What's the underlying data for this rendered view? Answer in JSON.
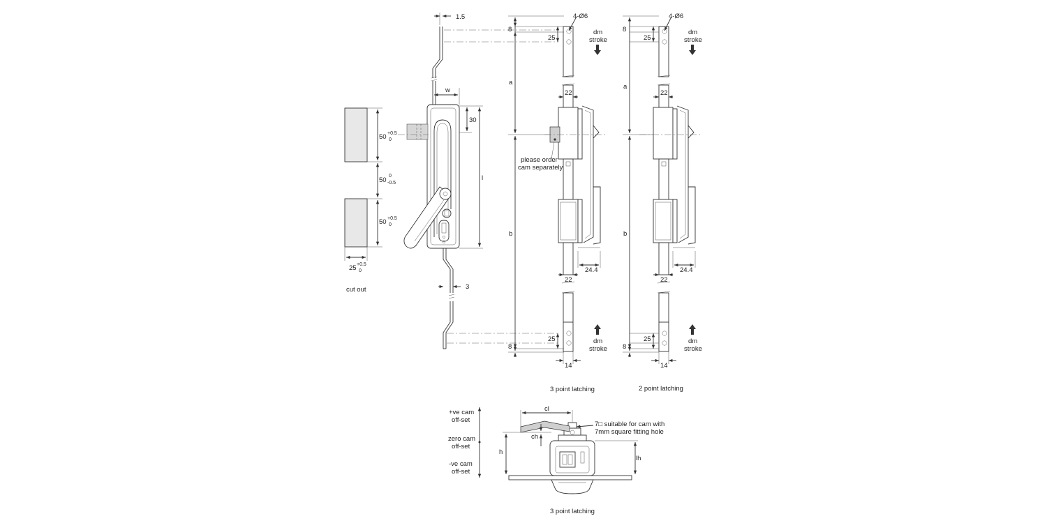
{
  "cutout": {
    "dim_top": "50",
    "dim_top_tol": "+0.5",
    "dim_top_tol2": "0",
    "dim_mid": "50",
    "dim_mid_tol": "0",
    "dim_mid_tol2": "-0.5",
    "dim_bot": "50",
    "dim_bot_tol": "+0.5",
    "dim_bot_tol2": "0",
    "dim_width": "25",
    "dim_width_tol": "+0.5",
    "dim_width_tol2": "0",
    "caption": "cut out"
  },
  "front_view": {
    "dim_offset": "1.5",
    "dim_w": "w",
    "dim_30": "30",
    "dim_l": "l",
    "dim_3": "3"
  },
  "view_3point": {
    "holes": "4-Ø6",
    "dim_8_top": "8",
    "dim_25_top": "25",
    "stroke_top": [
      "dm",
      "stroke"
    ],
    "dim_a": "a",
    "dim_b": "b",
    "dim_22_top": "22",
    "dim_22_bot": "22",
    "dim_244": "24.4",
    "dim_25_bot": "25",
    "dim_8_bot": "8",
    "dim_14": "14",
    "stroke_bot": [
      "dm",
      "stroke"
    ],
    "note": [
      "please order",
      "cam separately"
    ],
    "caption": "3 point latching"
  },
  "view_2point": {
    "holes": "4-Ø6",
    "dim_8_top": "8",
    "dim_25_top": "25",
    "stroke_top": [
      "dm",
      "stroke"
    ],
    "dim_a": "a",
    "dim_b": "b",
    "dim_22_top": "22",
    "dim_22_bot": "22",
    "dim_244": "24.4",
    "dim_25_bot": "25",
    "dim_8_bot": "8",
    "dim_14": "14",
    "stroke_bot": [
      "dm",
      "stroke"
    ],
    "caption": "2 point latching"
  },
  "side_view": {
    "pos_cam": [
      "+ve cam",
      "off-set"
    ],
    "zero_cam": [
      "zero cam",
      "off-set"
    ],
    "neg_cam": [
      "-ve cam",
      "off-set"
    ],
    "dim_cl": "cl",
    "dim_ch": "ch",
    "dim_h": "h",
    "dim_lh": "lh",
    "note": [
      "7□ suitable for cam with",
      "7mm square fitting hole"
    ],
    "caption": "3 point latching"
  }
}
